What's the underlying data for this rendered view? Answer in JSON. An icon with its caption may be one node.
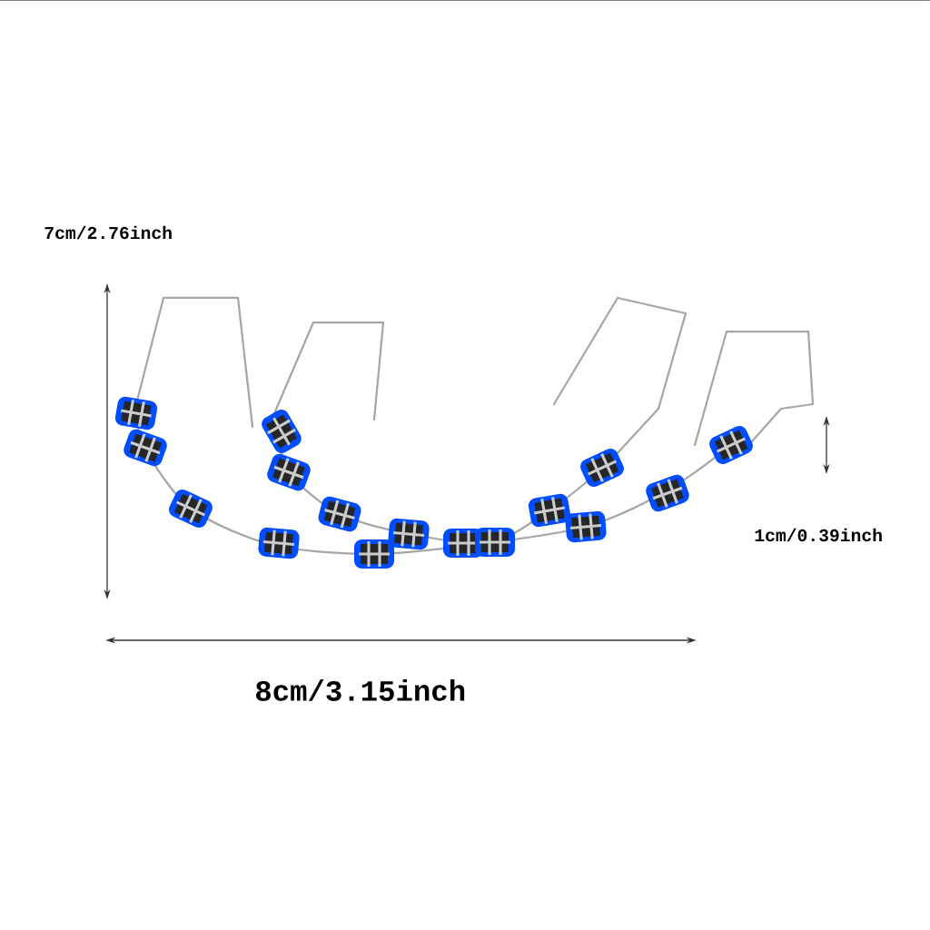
{
  "diagram": {
    "labels": [
      "7cm/2.76inch",
      "1cm/0.39inch",
      "8cm/3.15inch"
    ]
  }
}
